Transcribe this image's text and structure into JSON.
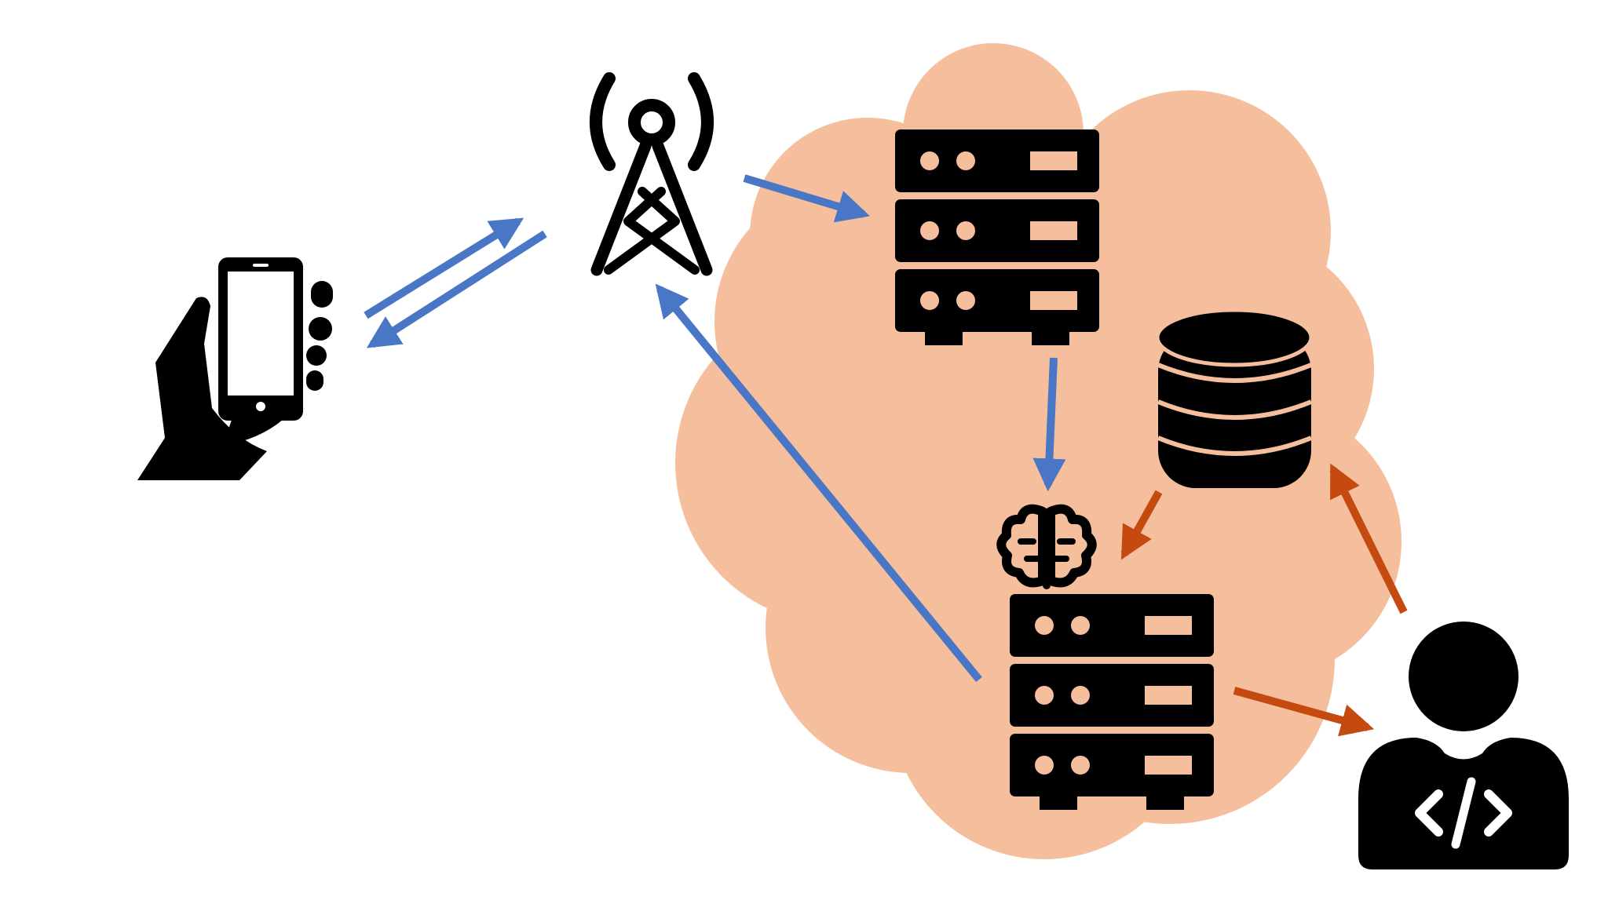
{
  "diagram": {
    "colors": {
      "background": "#ffffff",
      "cloud": "#f5bf9e",
      "icon": "#000000",
      "icon_detail": "#f5bf9e",
      "arrow_blue": "#4a76c6",
      "arrow_red": "#c44a0f"
    },
    "nodes": [
      {
        "id": "phone",
        "icon": "hand-holding-phone-icon"
      },
      {
        "id": "tower",
        "icon": "cell-tower-icon"
      },
      {
        "id": "server-1",
        "icon": "server-rack-icon"
      },
      {
        "id": "database",
        "icon": "database-icon"
      },
      {
        "id": "ai-model",
        "icon": "brain-icon"
      },
      {
        "id": "server-2",
        "icon": "server-rack-icon"
      },
      {
        "id": "developer",
        "icon": "developer-user-icon"
      }
    ],
    "edges": [
      {
        "from": "phone",
        "to": "tower",
        "color": "blue"
      },
      {
        "from": "tower",
        "to": "phone",
        "color": "blue"
      },
      {
        "from": "tower",
        "to": "server-1",
        "color": "blue"
      },
      {
        "from": "server-1",
        "to": "server-2",
        "color": "blue"
      },
      {
        "from": "server-2",
        "to": "tower",
        "color": "blue"
      },
      {
        "from": "database",
        "to": "server-2",
        "color": "red"
      },
      {
        "from": "server-2",
        "to": "developer",
        "color": "red"
      },
      {
        "from": "developer",
        "to": "database",
        "color": "red"
      }
    ]
  }
}
